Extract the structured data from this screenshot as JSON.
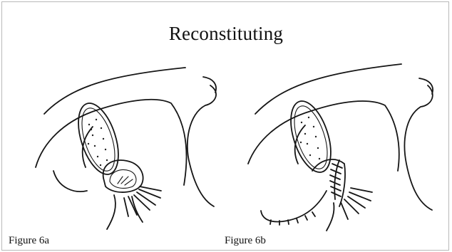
{
  "title": "Reconstituting",
  "figures": [
    {
      "caption": "Figure 6a"
    },
    {
      "caption": "Figure 6b"
    }
  ]
}
